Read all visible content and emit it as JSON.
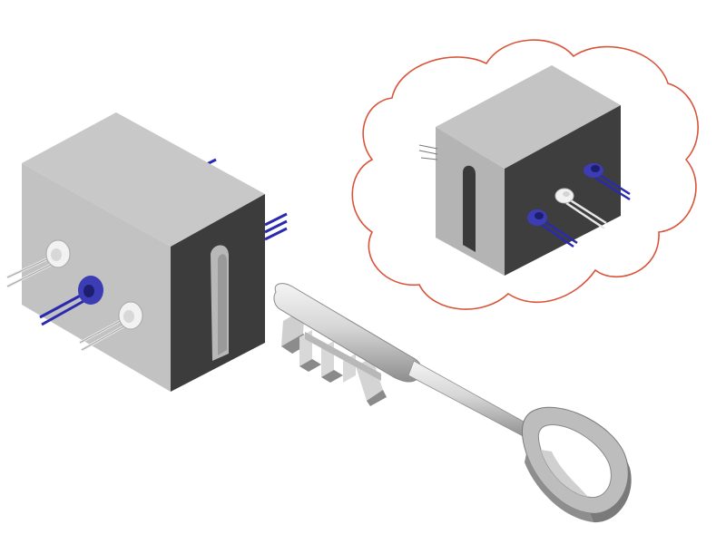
{
  "colors": {
    "background": "#ffffff",
    "block_light": "#c9c9c9",
    "block_mid": "#a9a9a9",
    "block_dark": "#3d3d3d",
    "block_dark_shadow": "#2e2e2e",
    "pin_white_ring": "#f2f2f2",
    "pin_blue_ring": "#3c3cb4",
    "pin_blue_lead": "#2a2ab0",
    "pin_white_lead": "#e8e8e8",
    "cloud_outline": "#d9543a",
    "key_light": "#e2e2e2",
    "key_mid": "#bdbdbd",
    "key_dark": "#8c8c8c"
  },
  "items": [
    {
      "id": "main-block",
      "label": ""
    },
    {
      "id": "key",
      "label": ""
    },
    {
      "id": "thought-cloud",
      "label": ""
    },
    {
      "id": "cloud-block",
      "label": ""
    }
  ]
}
